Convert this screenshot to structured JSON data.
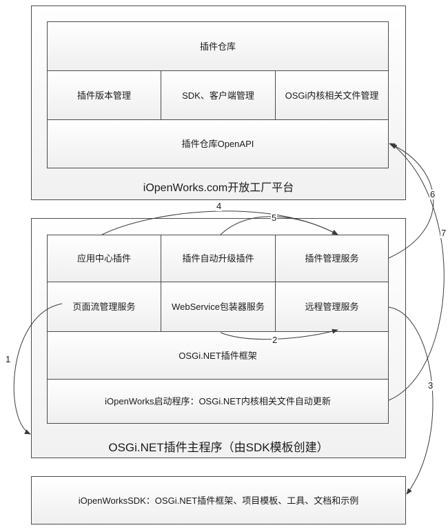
{
  "platform": {
    "caption": "iOpenWorks.com开放工厂平台",
    "repository": "插件仓库",
    "version_mgmt": "插件版本管理",
    "sdk_client_mgmt": "SDK、客户端管理",
    "osgi_kernel_files_mgmt": "OSGi内核相关文件管理",
    "repository_openapi": "插件仓库OpenAPI"
  },
  "host": {
    "caption": "OSGi.NET插件主程序（由SDK模板创建）",
    "app_center_plugin": "应用中心插件",
    "auto_upgrade_plugin": "插件自动升级插件",
    "plugin_mgmt_service": "插件管理服务",
    "page_flow_service": "页面流管理服务",
    "webservice_wrapper_service": "WebService包装器服务",
    "remote_mgmt_service": "远程管理服务",
    "framework": "OSGi.NET插件框架",
    "launcher": "iOpenWorks启动程序：OSGi.NET内核相关文件自动更新"
  },
  "sdk": {
    "caption": "iOpenWorksSDK：OSGi.NET插件框架、项目模板、工具、文档和示例"
  },
  "arrows": {
    "a1": "1",
    "a2": "2",
    "a3": "3",
    "a4": "4",
    "a5": "5",
    "a6": "6",
    "a7": "7"
  },
  "colors": {
    "line": "#3a3a3a",
    "fill_top": "#ffffff",
    "fill_bottom": "#efefef"
  }
}
